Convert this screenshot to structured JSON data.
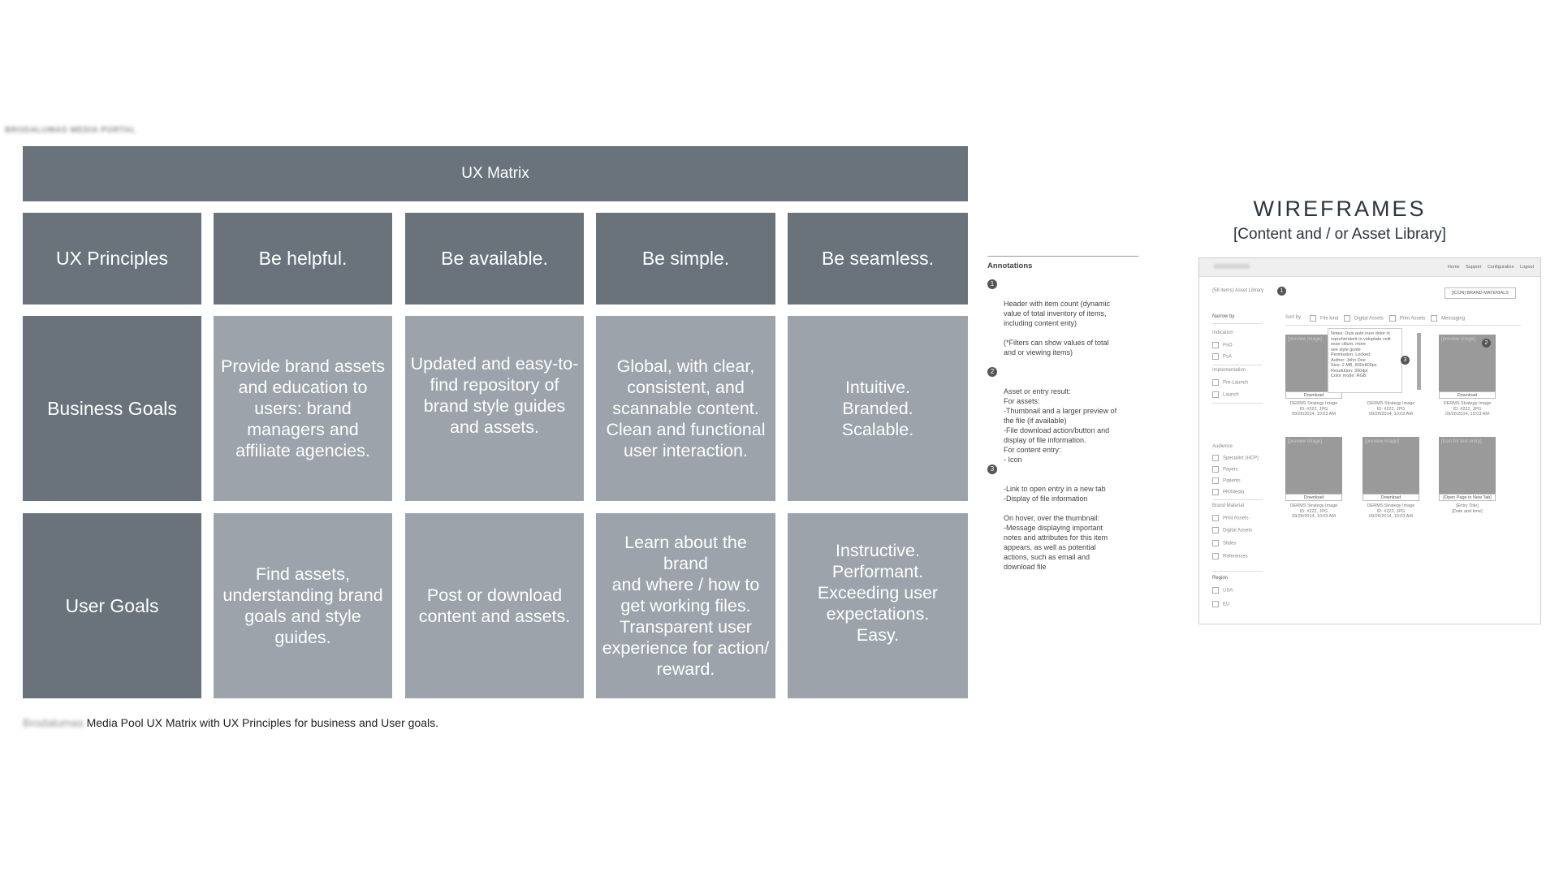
{
  "header_label": "BRODALUMAS MEDIA PORTAL",
  "matrix": {
    "title": "UX Matrix",
    "column_headers": [
      "UX Principles",
      "Be helpful.",
      "Be available.",
      "Be simple.",
      "Be seamless."
    ],
    "rows": [
      {
        "label": "Business Goals",
        "cells": [
          "Provide brand assets\nand education to\nusers: brand\nmanagers and\naffiliate agencies.",
          "Updated and easy-to-\nfind repository of\nbrand style guides\nand assets.",
          "Global, with clear,\nconsistent, and\nscannable content.\nClean and functional\nuser interaction.",
          "Intuitive.\nBranded.\nScalable."
        ]
      },
      {
        "label": "User Goals",
        "cells": [
          "Find assets,\nunderstanding brand\ngoals and style\nguides.",
          "Post or download\ncontent and assets.",
          "Learn about the brand\nand where / how to\nget working files.\nTransparent user\nexperience for action/\nreward.",
          "Instructive.\nPerformant.\nExceeding user\nexpectations.\nEasy."
        ]
      }
    ]
  },
  "caption": {
    "brand": "Brodalumas",
    "text": "Media Pool UX Matrix with UX Principles for business and User goals."
  },
  "annotations": {
    "title": "Annotations",
    "items": [
      {
        "num": "1",
        "text": "Header with item count (dynamic\nvalue of total inventory of items,\nincluding content enty)\n\n(*Filters can show values of total\nand or viewing items)"
      },
      {
        "num": "2",
        "text": "Asset or entry result:\nFor assets:\n-Thumbnail and a larger preview of\nthe file (if available)\n-File download action/button and\ndisplay of file information.\nFor content entry:\n- Icon"
      },
      {
        "num": "3",
        "text": "-Link to open entry in a new tab\n-Display of file information\n\nOn hover, over the thumbnail:\n-Message displaying important\nnotes and attributes for this item\nappears, as well as potential\nactions, such as email and\ndownload file"
      }
    ]
  },
  "wireframes": {
    "title": "WIREFRAMES",
    "subtitle": "[Content and / or Asset Library]",
    "nav": [
      "Home",
      "Support",
      "Configuration",
      "Logout"
    ],
    "logo": "BRAND LOGO",
    "header_count": "(58 items) Asset Library",
    "brand_button": "[ICON] BRAND MATERIALS",
    "narrow_by": "Narrow by",
    "sort_by": "Sort by",
    "filter_tabs": [
      "File kind",
      "Digital Assets",
      "Print Assets",
      "Messaging"
    ],
    "sidebar_groups": [
      {
        "title": "Indication",
        "items": [
          "PsO",
          "PsA"
        ]
      },
      {
        "title": "Implementation",
        "items": [
          "Pre-Launch",
          "Launch"
        ]
      },
      {
        "title": "Audience",
        "items": [
          "Specialist (HCP)",
          "Payers",
          "Patients",
          "PR/Media"
        ]
      },
      {
        "title": "Brand Material",
        "items": [
          "Print Assets",
          "Digital Assets",
          "Slides",
          "References"
        ]
      },
      {
        "title": "Region",
        "items": [
          "USA",
          "EU"
        ]
      }
    ],
    "popup": "Notes: Duis aute irure dolor in\nreprehenderit in voluptate velit\nesse cillum. more\nsee style guide\nPermission: Locked\nAuthor: John Doe\nSize: 2 MB, 800x800px\nResolution: 300dpi\nColor mode: RGB",
    "thumb_placeholder": "[preview image]",
    "text_entry_placeholder": "[Icon for text entry]",
    "download_label": "Download",
    "open_label": "[Open Page in New Tab]",
    "item_meta": "DERMS Strategy Image\nID: #222, JPG\n09/26/2014, 10:03 AM",
    "entry_meta": "[Entry Title]\n[Date and time]"
  }
}
